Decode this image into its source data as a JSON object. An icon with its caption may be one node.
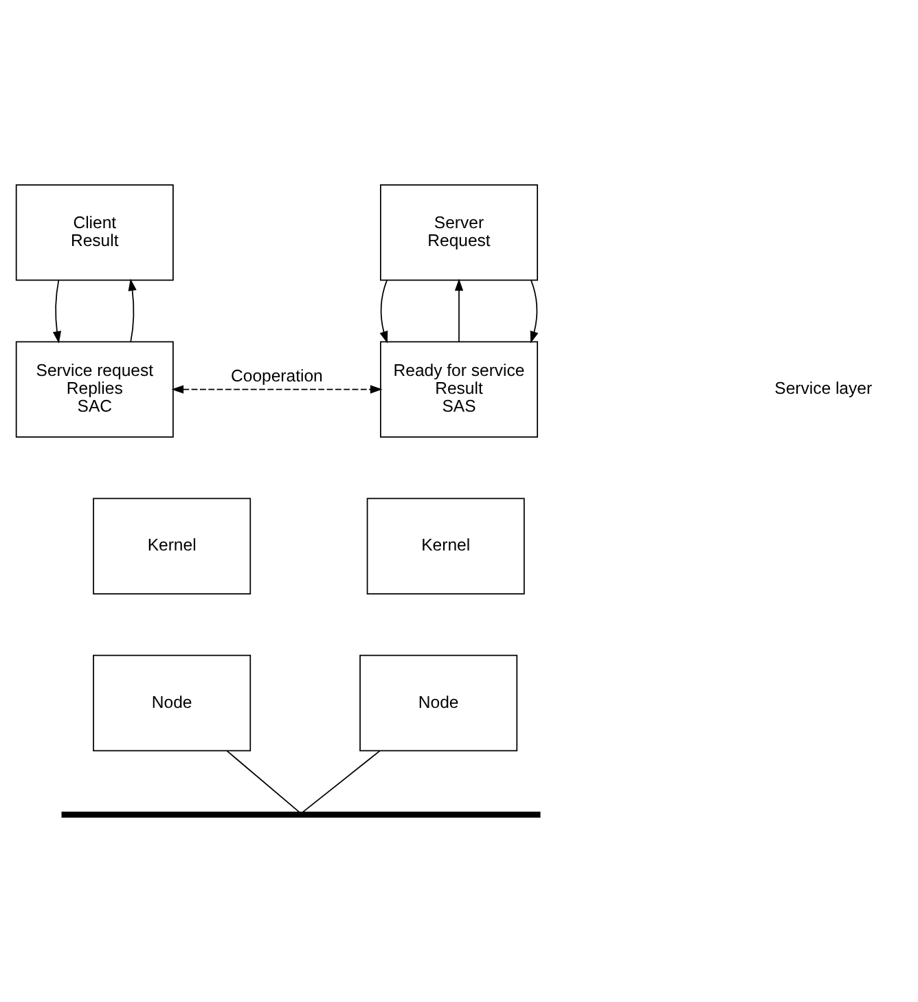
{
  "diagram": {
    "nodes": [
      {
        "text": [
          "Client",
          "Result"
        ]
      },
      {
        "text": [
          "Server",
          "Request"
        ]
      },
      {
        "text": [
          "Service request",
          "Replies",
          "SAC"
        ]
      },
      {
        "text": [
          "Ready for service",
          "Result",
          "SAS"
        ]
      },
      {
        "text": [
          "Kernel"
        ]
      },
      {
        "text": [
          "Kernel"
        ]
      },
      {
        "text": [
          "Node"
        ]
      },
      {
        "text": [
          "Node"
        ]
      },
      {
        "text": [],
        "shape": "bar"
      }
    ],
    "edges": [
      {
        "from": 0,
        "to": 2,
        "arrow": "to"
      },
      {
        "from": 2,
        "to": 0,
        "arrow": "to"
      },
      {
        "from": 1,
        "to": 3,
        "arrow": "to"
      },
      {
        "from": 3,
        "to": 1,
        "arrow": "to"
      },
      {
        "from": 1,
        "to": 3,
        "arrow": "to"
      },
      {
        "from": 2,
        "to": 3,
        "arrow": "both",
        "label": "Cooperation",
        "style": "dashed"
      },
      {
        "from": 6,
        "to": 8,
        "arrow": "none"
      },
      {
        "from": 7,
        "to": 8,
        "arrow": "none"
      }
    ],
    "labels": [
      "Service layer"
    ]
  }
}
